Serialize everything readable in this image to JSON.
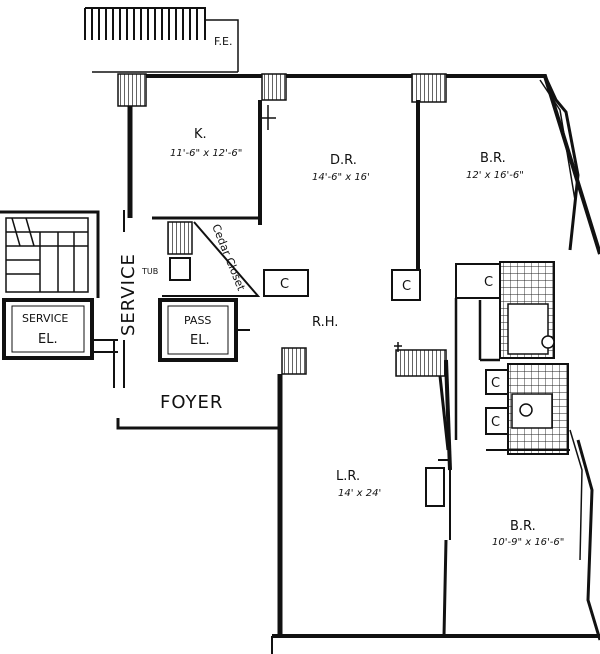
{
  "rooms": {
    "kitchen": {
      "name": "K.",
      "dims": "11'-6\" x 12'-6\""
    },
    "dining_room": {
      "name": "D.R.",
      "dims": "14'-6\" x 16'"
    },
    "bedroom_1": {
      "name": "B.R.",
      "dims": "12' x 16'-6\""
    },
    "living_room": {
      "name": "L.R.",
      "dims": "14' x 24'"
    },
    "bedroom_2": {
      "name": "B.R.",
      "dims": "10'-9\" x 16'-6\""
    },
    "reception_hall": {
      "name": "R.H."
    },
    "foyer": {
      "name": "FOYER"
    }
  },
  "labels": {
    "fire_escape": "F.E.",
    "service": "SERVICE",
    "service_elevator_line1": "SERVICE",
    "service_elevator_line2": "EL.",
    "pass_elevator_line1": "PASS",
    "pass_elevator_line2": "EL.",
    "cedar_closet": "Cedar Closet",
    "tub": "TUB",
    "closet": "C"
  }
}
